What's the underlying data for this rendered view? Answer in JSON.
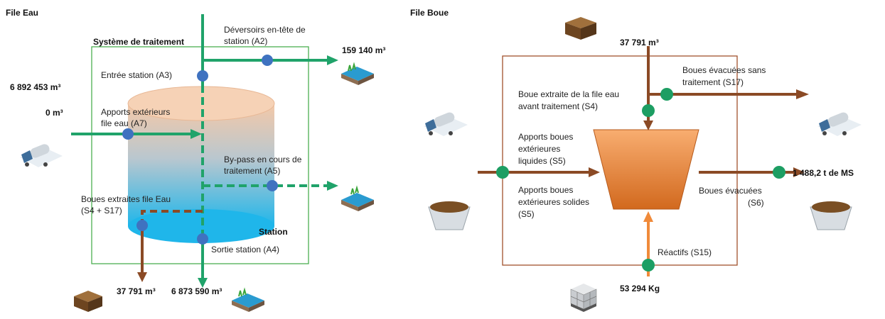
{
  "colors": {
    "water": "#20a36a",
    "node_blue": "#3f72c0",
    "node_green": "#1d9e63",
    "sludge": "#8b4a25",
    "reagent": "#f08a3a",
    "frame_green": "#4caf50",
    "frame_brown": "#a0522d",
    "tank_top": "#f4c9a8",
    "tank_bottom": "#2bb7e6",
    "hopper_top": "#f7a86b",
    "hopper_bottom": "#d06a24"
  },
  "left": {
    "title": "File Eau",
    "system_label": "Système de traitement",
    "station_label": "Station",
    "labels": {
      "deversoirs_1": "Déversoirs en-tête de",
      "deversoirs_2": "station (A2)",
      "entree": "Entrée station (A3)",
      "apports_1": "Apports extérieurs",
      "apports_2": "file eau (A7)",
      "bypass_1": "By-pass en cours de",
      "bypass_2": "traitement (A5)",
      "boues_1": "Boues extraites file Eau",
      "boues_2": "(S4 + S17)",
      "sortie": "Sortie station (A4)"
    },
    "values": {
      "a2_out": "159 140 m³",
      "inflow": "6 892 453 m³",
      "external": "0 m³",
      "sludge_out": "37 791 m³",
      "outlet": "6 873 590 m³"
    },
    "icons": [
      "truck-icon",
      "water-outlet-icon",
      "sludge-box-icon"
    ]
  },
  "right": {
    "title": "File Boue",
    "labels": {
      "s17_1": "Boues évacuées sans",
      "s17_2": "traitement (S17)",
      "s4_1": "Boue extraite de la file eau",
      "s4_2": "avant traitement (S4)",
      "liq_1": "Apports boues",
      "liq_2": "extérieures",
      "liq_3": "liquides (S5)",
      "sol_1": "Apports boues",
      "sol_2": "extérieures solides",
      "sol_3": "(S5)",
      "s6_1": "Boues évacuées",
      "s6_2": "(S6)",
      "s15": "Réactifs (S15)"
    },
    "values": {
      "top_in": "37 791 m³",
      "ms_out": "1 488,2 t de MS",
      "reagent_in": "53 294 Kg"
    },
    "icons": [
      "truck-icon",
      "sludge-skip-icon",
      "sludge-box-icon",
      "ibc-container-icon"
    ]
  }
}
